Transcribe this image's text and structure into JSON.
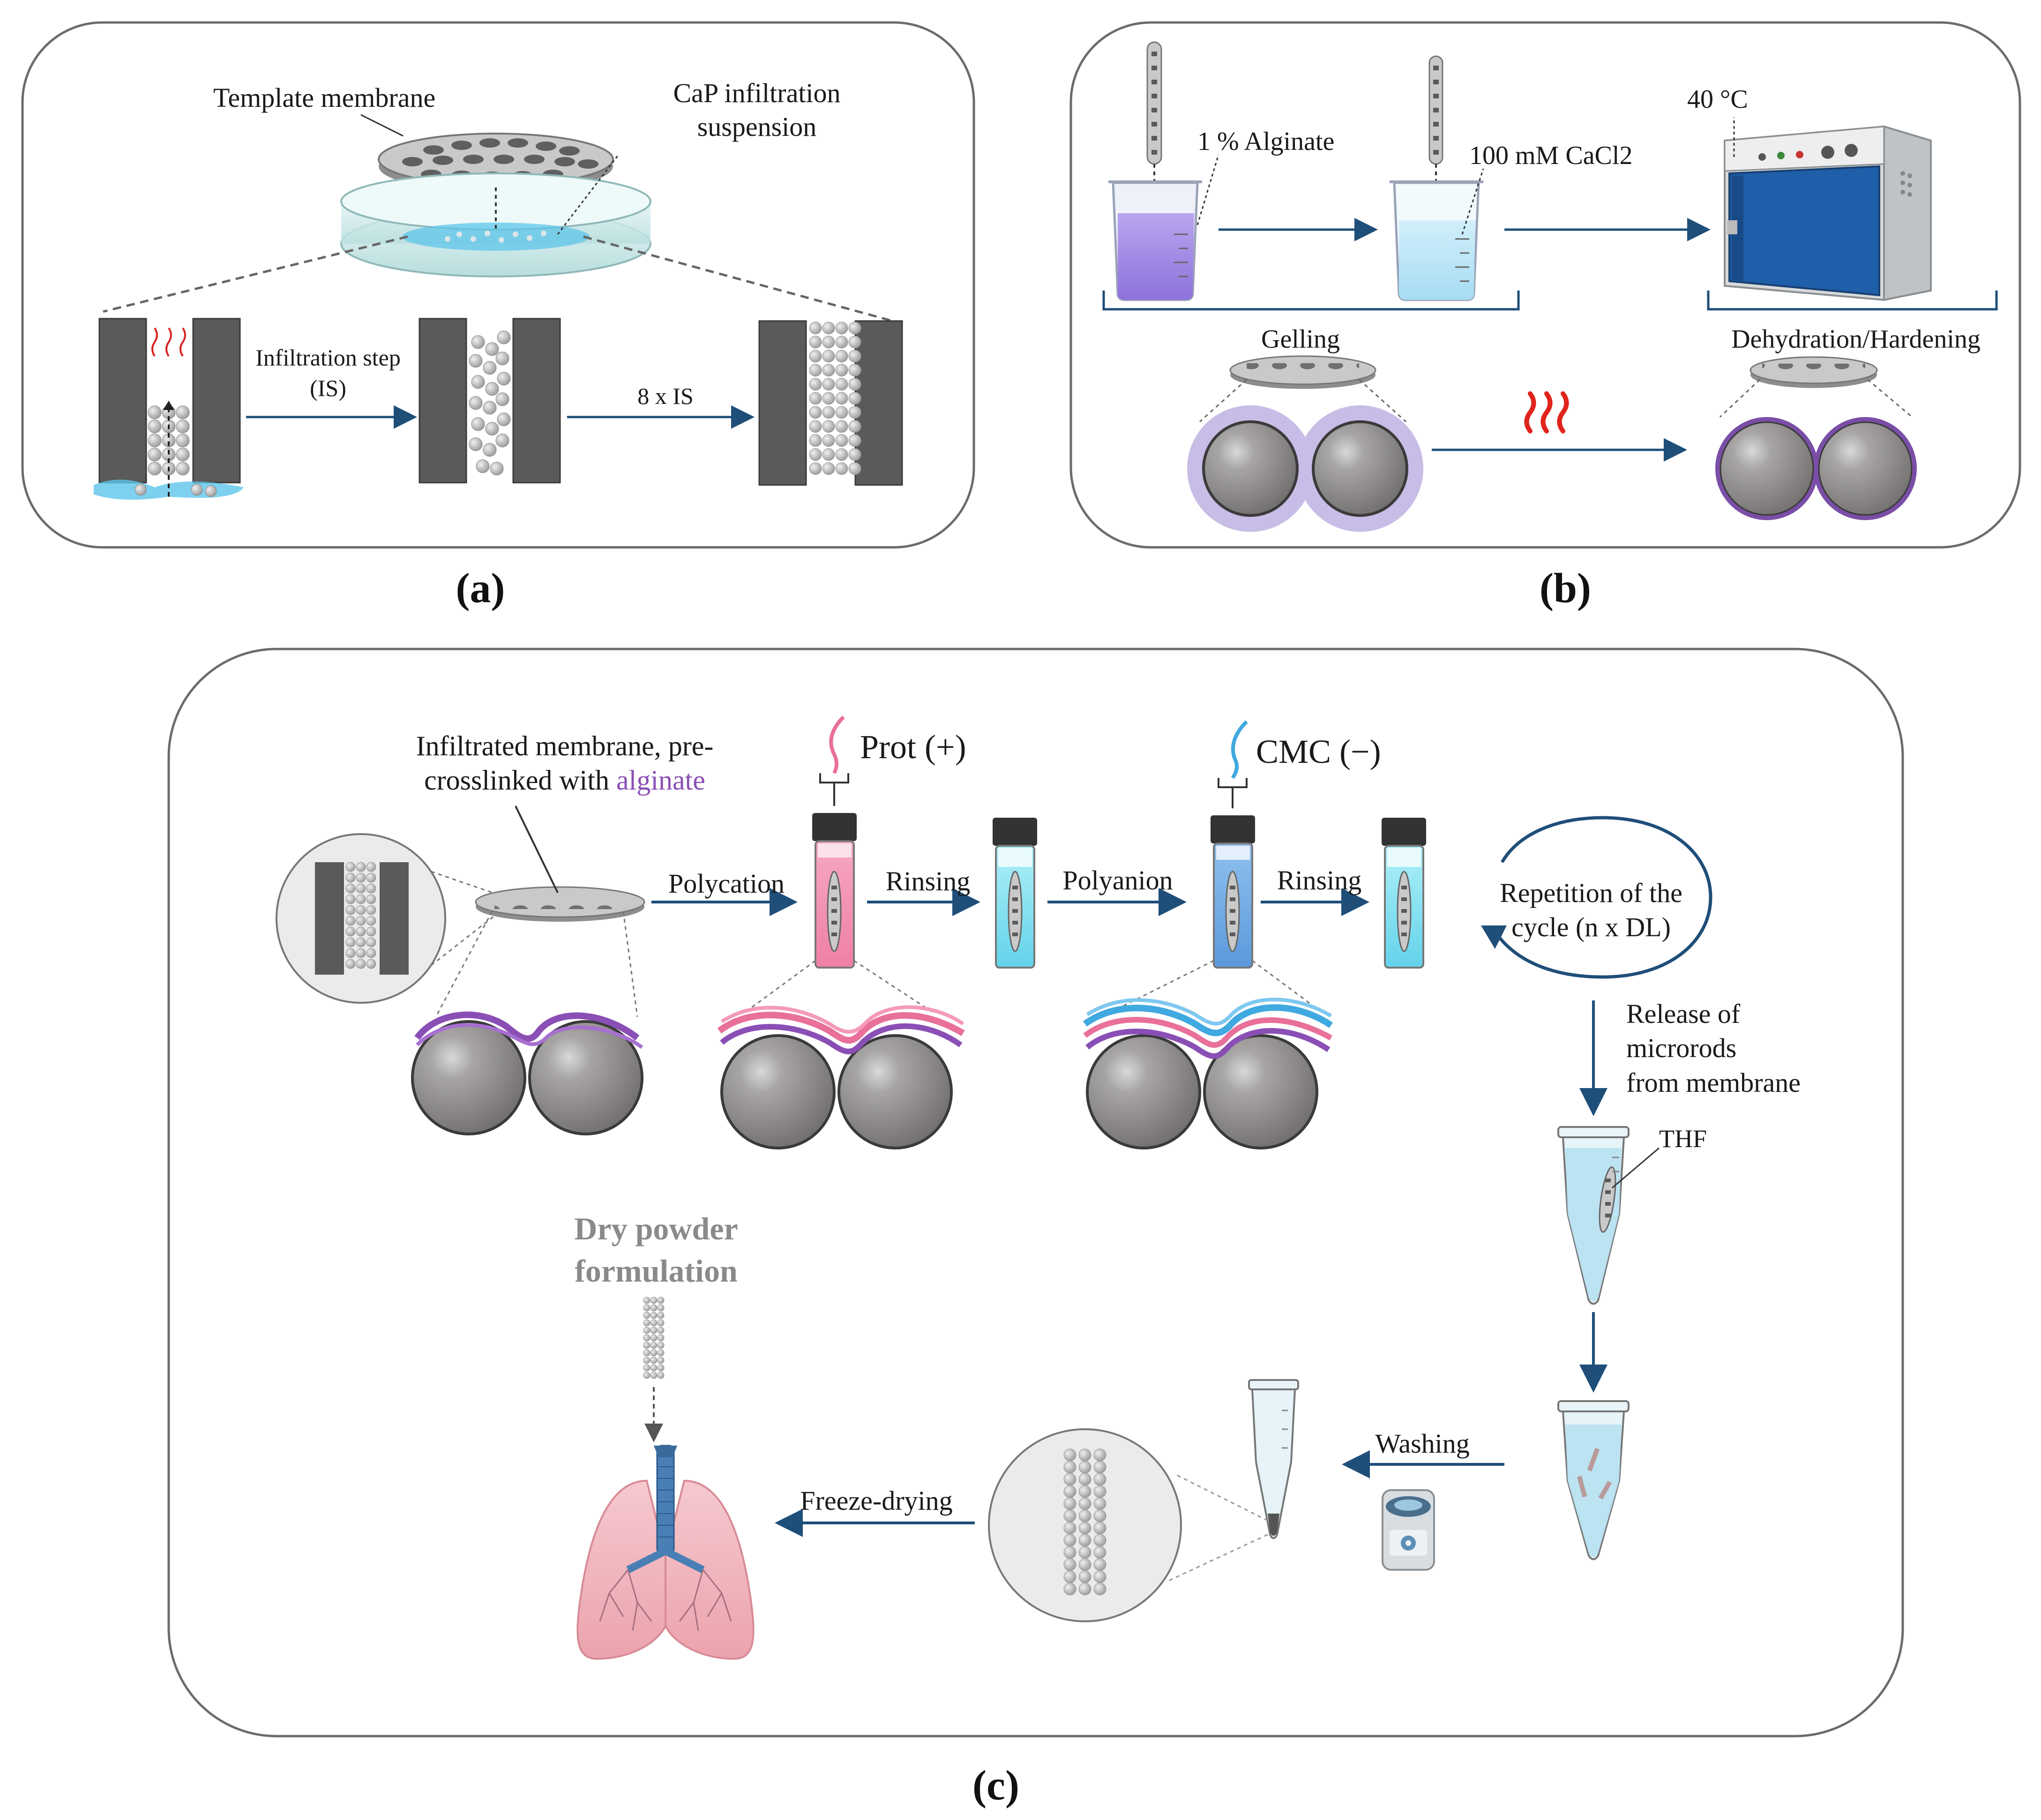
{
  "panel_a": {
    "letter": "(a)",
    "template_membrane": "Template membrane",
    "cap_line1": "CaP infiltration",
    "cap_line2": "suspension",
    "is_line1": "Infiltration step",
    "is_line2": "(IS)",
    "repeat": "8 x IS"
  },
  "panel_b": {
    "letter": "(b)",
    "alginate": "1 % Alginate",
    "cacl2": "100 mM CaCl2",
    "temperature": "40 °C",
    "gelling": "Gelling",
    "dehydration": "Dehydration/Hardening"
  },
  "panel_c": {
    "letter": "(c)",
    "membrane_line1": "Infiltrated membrane, pre-",
    "membrane_line2a": "crosslinked with ",
    "membrane_line2b": "alginate",
    "prot": "Prot (+)",
    "cmc": "CMC (−)",
    "polycation": "Polycation",
    "rinsing1": "Rinsing",
    "polyanion": "Polyanion",
    "rinsing2": "Rinsing",
    "repetition_line1": "Repetition of the",
    "repetition_line2": "cycle (n x DL)",
    "release_line1": "Release of",
    "release_line2": "microrods",
    "release_line3": "from membrane",
    "thf": "THF",
    "washing": "Washing",
    "freeze_drying": "Freeze-drying",
    "dry_line1": "Dry powder",
    "dry_line2": "formulation"
  },
  "colors": {
    "arrow": "#1f4e79",
    "alginate": "#8a4fb5",
    "polycation": "#e8709a",
    "polyanion": "#3fa9e0",
    "heat": "#e0241b",
    "panel_border": "#555555"
  }
}
